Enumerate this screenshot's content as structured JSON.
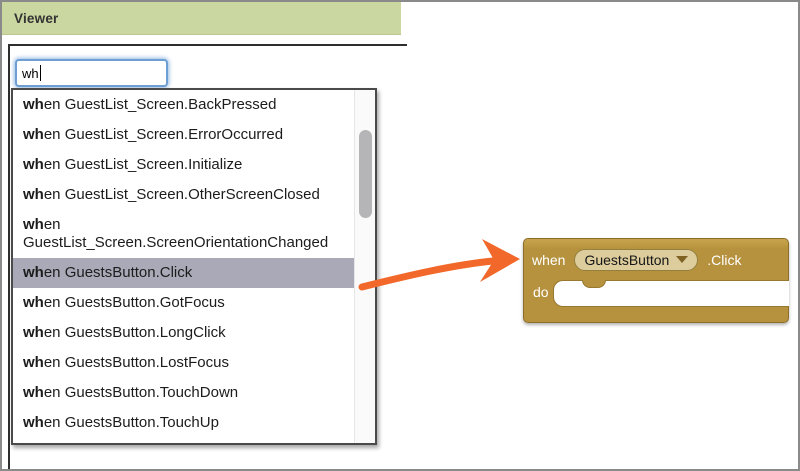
{
  "header": {
    "title": "Viewer"
  },
  "typeblock": {
    "value": "wh"
  },
  "autocomplete": {
    "items": [
      {
        "prefix": "wh",
        "rest": "en GuestList_Screen.BackPressed",
        "selected": false
      },
      {
        "prefix": "wh",
        "rest": "en GuestList_Screen.ErrorOccurred",
        "selected": false
      },
      {
        "prefix": "wh",
        "rest": "en GuestList_Screen.Initialize",
        "selected": false
      },
      {
        "prefix": "wh",
        "rest": "en GuestList_Screen.OtherScreenClosed",
        "selected": false
      },
      {
        "prefix": "wh",
        "rest": "en GuestList_Screen.ScreenOrientationChanged",
        "selected": false
      },
      {
        "prefix": "wh",
        "rest": "en GuestsButton.Click",
        "selected": true
      },
      {
        "prefix": "wh",
        "rest": "en GuestsButton.GotFocus",
        "selected": false
      },
      {
        "prefix": "wh",
        "rest": "en GuestsButton.LongClick",
        "selected": false
      },
      {
        "prefix": "wh",
        "rest": "en GuestsButton.LostFocus",
        "selected": false
      },
      {
        "prefix": "wh",
        "rest": "en GuestsButton.TouchDown",
        "selected": false
      },
      {
        "prefix": "wh",
        "rest": "en GuestsButton.TouchUp",
        "selected": false
      }
    ]
  },
  "block": {
    "when_label": "when",
    "component_name": "GuestsButton",
    "event_label": ".Click",
    "do_label": "do"
  },
  "icons": {
    "dropdown_caret": "triangle-down",
    "annotation_arrow": "curved-right-arrow"
  },
  "colors": {
    "header_bg": "#cbd7a1",
    "selection_bg": "#a9a9b7",
    "block_fill": "#b6923e",
    "block_border": "#8d6e29",
    "block_dropdown_bg": "#ddcd9d",
    "arrow_orange": "#f2682a",
    "input_focus_border": "#6d9fd4"
  }
}
